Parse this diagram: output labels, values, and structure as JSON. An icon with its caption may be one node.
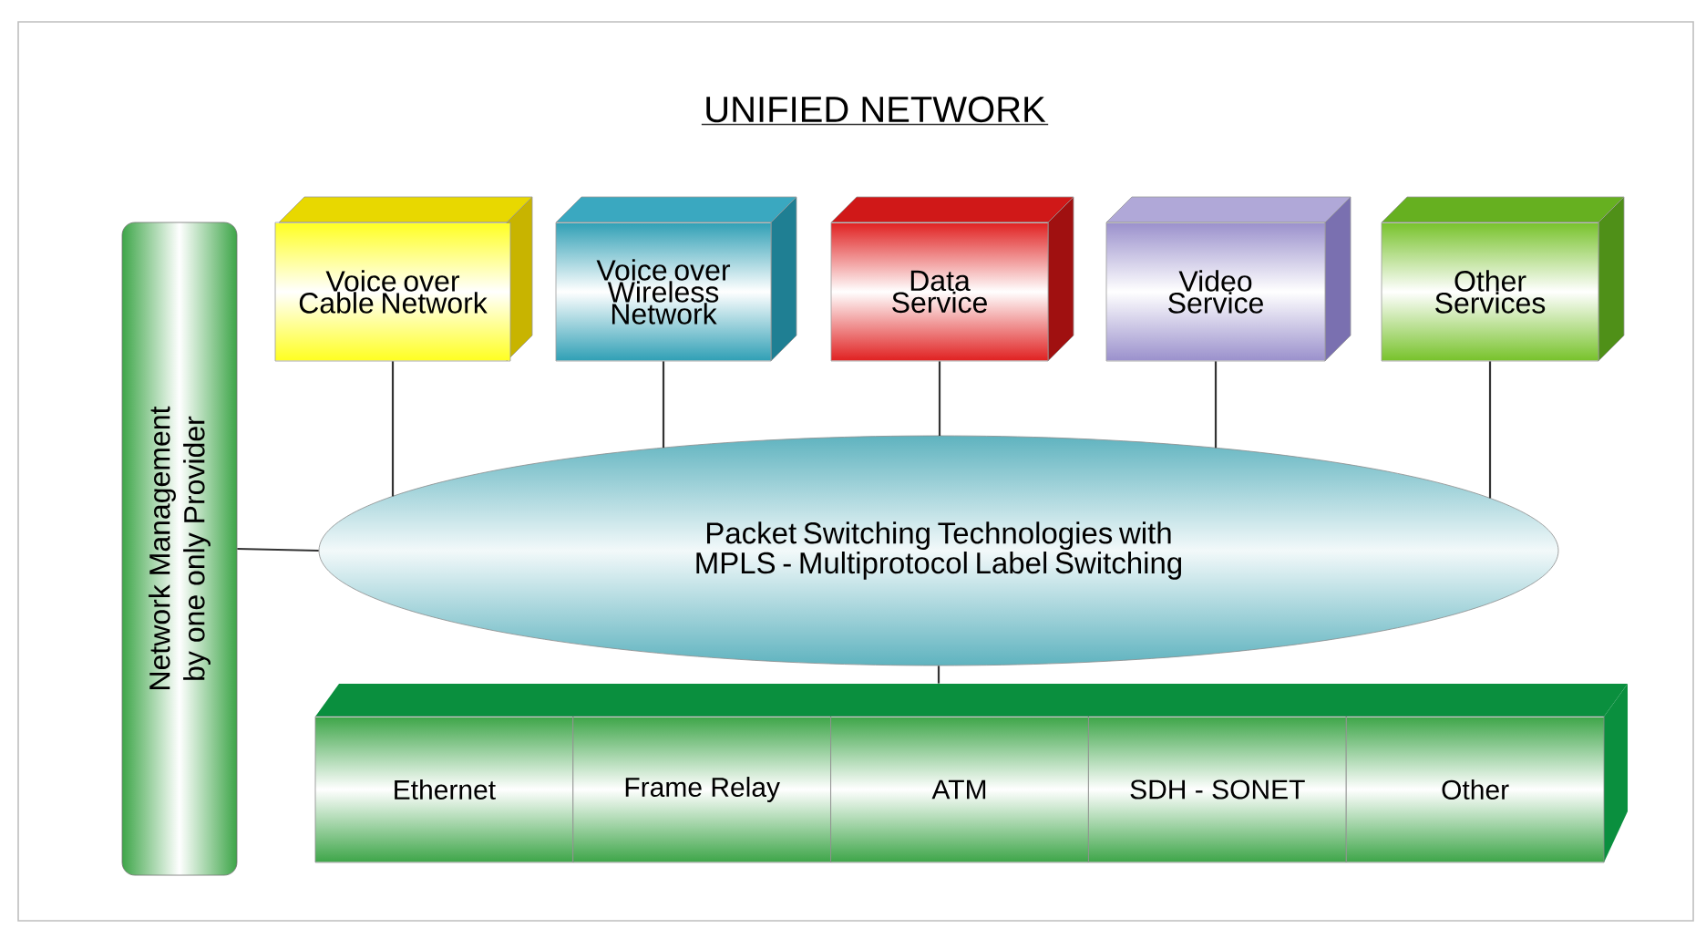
{
  "diagram": {
    "title": "UNIFIED NETWORK",
    "nodes": [
      {
        "text": [
          "Network Management by one only Provider"
        ]
      },
      {
        "text": [
          "Voice over Cable Network"
        ]
      },
      {
        "text": [
          "Voice over Wireless Network"
        ]
      },
      {
        "text": [
          "Data Service"
        ]
      },
      {
        "text": [
          "Video Service"
        ]
      },
      {
        "text": [
          "Other Services"
        ]
      },
      {
        "text": [
          "Packet Switching Technologies with MPLS - Multiprotocol Label Switching"
        ]
      },
      {
        "text": [],
        "shape": "box"
      },
      {
        "text": [
          "Ethernet"
        ],
        "in": 7
      },
      {
        "text": [
          "Frame Relay"
        ],
        "in": 7
      },
      {
        "text": [
          "ATM"
        ],
        "in": 7
      },
      {
        "text": [
          "SDH - SONET"
        ],
        "in": 7
      },
      {
        "text": [
          "Other"
        ],
        "in": 7
      }
    ],
    "edges": [
      {
        "from": 1,
        "to": 6,
        "arrow": "none"
      },
      {
        "from": 2,
        "to": 6,
        "arrow": "none"
      },
      {
        "from": 3,
        "to": 6,
        "arrow": "none"
      },
      {
        "from": 4,
        "to": 6,
        "arrow": "none"
      },
      {
        "from": 5,
        "to": 6,
        "arrow": "none"
      },
      {
        "from": 0,
        "to": 6,
        "arrow": "none"
      },
      {
        "from": 6,
        "to": 7,
        "arrow": "none"
      }
    ]
  }
}
